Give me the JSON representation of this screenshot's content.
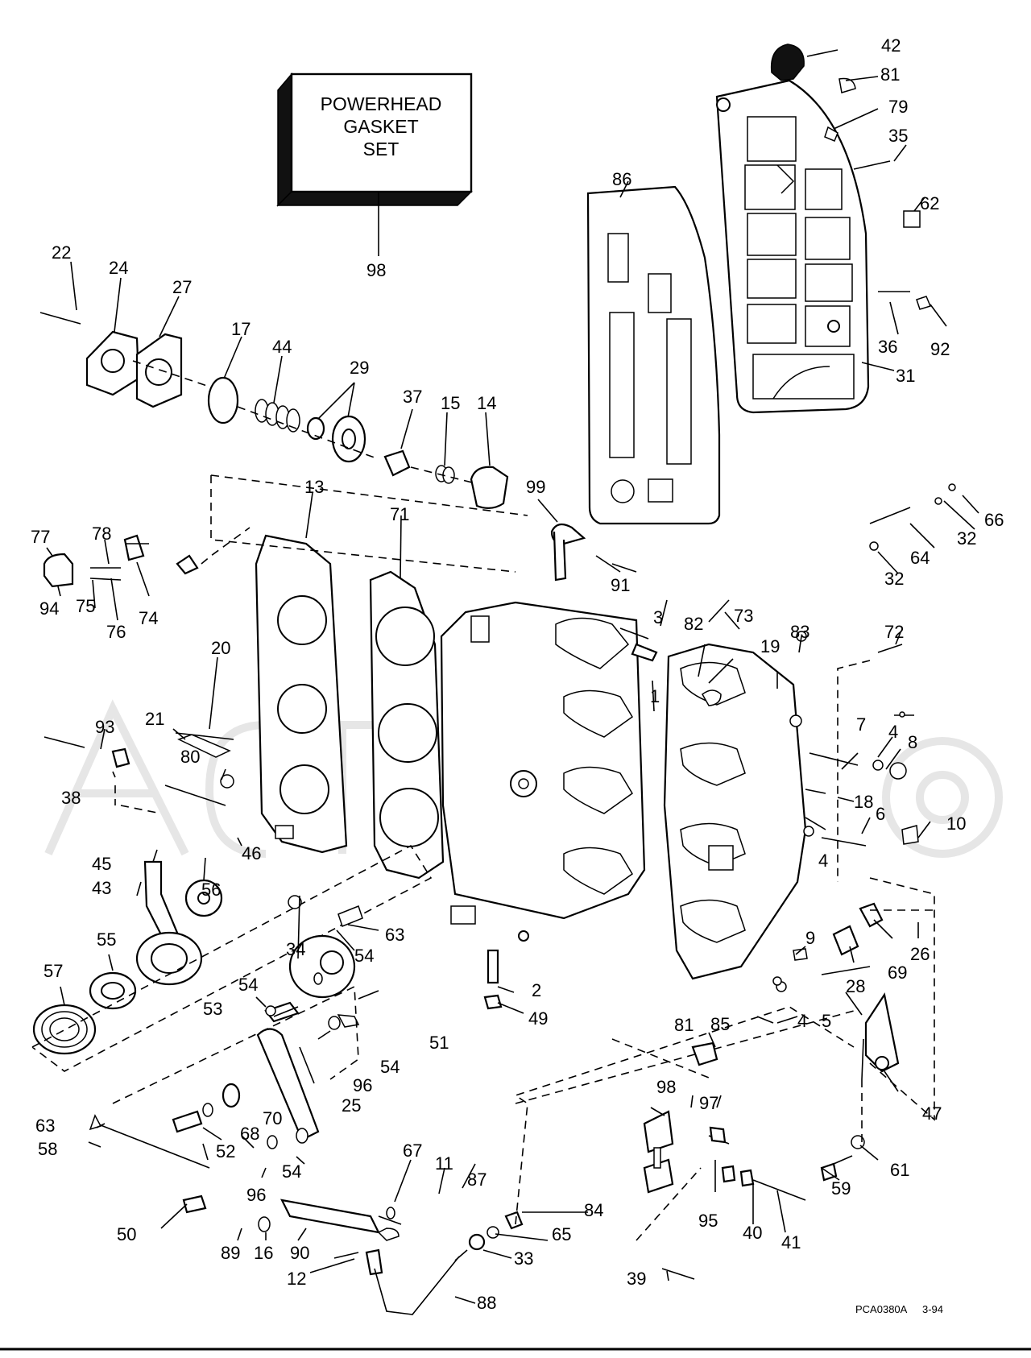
{
  "diagram": {
    "kit_box_lines": [
      "POWERHEAD",
      "GASKET",
      "SET"
    ],
    "reference_code": "PCA0380A",
    "date_code": "3-94",
    "callouts": [
      {
        "id": "c98a",
        "label": "98"
      },
      {
        "id": "c42",
        "label": "42"
      },
      {
        "id": "c81a",
        "label": "81"
      },
      {
        "id": "c79",
        "label": "79"
      },
      {
        "id": "c35",
        "label": "35"
      },
      {
        "id": "c86",
        "label": "86"
      },
      {
        "id": "c62",
        "label": "62"
      },
      {
        "id": "c36",
        "label": "36"
      },
      {
        "id": "c92",
        "label": "92"
      },
      {
        "id": "c31",
        "label": "31"
      },
      {
        "id": "c22",
        "label": "22"
      },
      {
        "id": "c24",
        "label": "24"
      },
      {
        "id": "c27",
        "label": "27"
      },
      {
        "id": "c17",
        "label": "17"
      },
      {
        "id": "c44",
        "label": "44"
      },
      {
        "id": "c29",
        "label": "29"
      },
      {
        "id": "c37",
        "label": "37"
      },
      {
        "id": "c15",
        "label": "15"
      },
      {
        "id": "c14",
        "label": "14"
      },
      {
        "id": "c99",
        "label": "99"
      },
      {
        "id": "c13",
        "label": "13"
      },
      {
        "id": "c71",
        "label": "71"
      },
      {
        "id": "c77",
        "label": "77"
      },
      {
        "id": "c78",
        "label": "78"
      },
      {
        "id": "c94",
        "label": "94"
      },
      {
        "id": "c75",
        "label": "75"
      },
      {
        "id": "c76",
        "label": "76"
      },
      {
        "id": "c74",
        "label": "74"
      },
      {
        "id": "c91",
        "label": "91"
      },
      {
        "id": "c66",
        "label": "66"
      },
      {
        "id": "c32a",
        "label": "32"
      },
      {
        "id": "c64",
        "label": "64"
      },
      {
        "id": "c32b",
        "label": "32"
      },
      {
        "id": "c3",
        "label": "3"
      },
      {
        "id": "c82",
        "label": "82"
      },
      {
        "id": "c73",
        "label": "73"
      },
      {
        "id": "c83",
        "label": "83"
      },
      {
        "id": "c72",
        "label": "72"
      },
      {
        "id": "c19",
        "label": "19"
      },
      {
        "id": "c20",
        "label": "20"
      },
      {
        "id": "c1",
        "label": "1"
      },
      {
        "id": "c93",
        "label": "93"
      },
      {
        "id": "c21",
        "label": "21"
      },
      {
        "id": "c7",
        "label": "7"
      },
      {
        "id": "c4a",
        "label": "4"
      },
      {
        "id": "c8",
        "label": "8"
      },
      {
        "id": "c80",
        "label": "80"
      },
      {
        "id": "c38",
        "label": "38"
      },
      {
        "id": "c18",
        "label": "18"
      },
      {
        "id": "c6",
        "label": "6"
      },
      {
        "id": "c10",
        "label": "10"
      },
      {
        "id": "c46",
        "label": "46"
      },
      {
        "id": "c4b",
        "label": "4"
      },
      {
        "id": "c45",
        "label": "45"
      },
      {
        "id": "c43",
        "label": "43"
      },
      {
        "id": "c56",
        "label": "56"
      },
      {
        "id": "c63a",
        "label": "63"
      },
      {
        "id": "c54a",
        "label": "54"
      },
      {
        "id": "c34",
        "label": "34"
      },
      {
        "id": "c55",
        "label": "55"
      },
      {
        "id": "c57",
        "label": "57"
      },
      {
        "id": "c54b",
        "label": "54"
      },
      {
        "id": "c9",
        "label": "9"
      },
      {
        "id": "c26",
        "label": "26"
      },
      {
        "id": "c28",
        "label": "28"
      },
      {
        "id": "c69",
        "label": "69"
      },
      {
        "id": "c2",
        "label": "2"
      },
      {
        "id": "c53",
        "label": "53"
      },
      {
        "id": "c49",
        "label": "49"
      },
      {
        "id": "c51",
        "label": "51"
      },
      {
        "id": "c81b",
        "label": "81"
      },
      {
        "id": "c85",
        "label": "85"
      },
      {
        "id": "c4c",
        "label": "4"
      },
      {
        "id": "c5",
        "label": "5"
      },
      {
        "id": "c54c",
        "label": "54"
      },
      {
        "id": "c96a",
        "label": "96"
      },
      {
        "id": "c25",
        "label": "25"
      },
      {
        "id": "c98b",
        "label": "98"
      },
      {
        "id": "c97",
        "label": "97"
      },
      {
        "id": "c47",
        "label": "47"
      },
      {
        "id": "c70",
        "label": "70"
      },
      {
        "id": "c63b",
        "label": "63"
      },
      {
        "id": "c68",
        "label": "68"
      },
      {
        "id": "c52",
        "label": "52"
      },
      {
        "id": "c58",
        "label": "58"
      },
      {
        "id": "c61",
        "label": "61"
      },
      {
        "id": "c67",
        "label": "67"
      },
      {
        "id": "c11",
        "label": "11"
      },
      {
        "id": "c54d",
        "label": "54"
      },
      {
        "id": "c87",
        "label": "87"
      },
      {
        "id": "c96b",
        "label": "96"
      },
      {
        "id": "c59",
        "label": "59"
      },
      {
        "id": "c84",
        "label": "84"
      },
      {
        "id": "c95",
        "label": "95"
      },
      {
        "id": "c65",
        "label": "65"
      },
      {
        "id": "c50",
        "label": "50"
      },
      {
        "id": "c40",
        "label": "40"
      },
      {
        "id": "c41",
        "label": "41"
      },
      {
        "id": "c89",
        "label": "89"
      },
      {
        "id": "c16",
        "label": "16"
      },
      {
        "id": "c90",
        "label": "90"
      },
      {
        "id": "c33",
        "label": "33"
      },
      {
        "id": "c12",
        "label": "12"
      },
      {
        "id": "c39",
        "label": "39"
      },
      {
        "id": "c88",
        "label": "88"
      }
    ]
  }
}
